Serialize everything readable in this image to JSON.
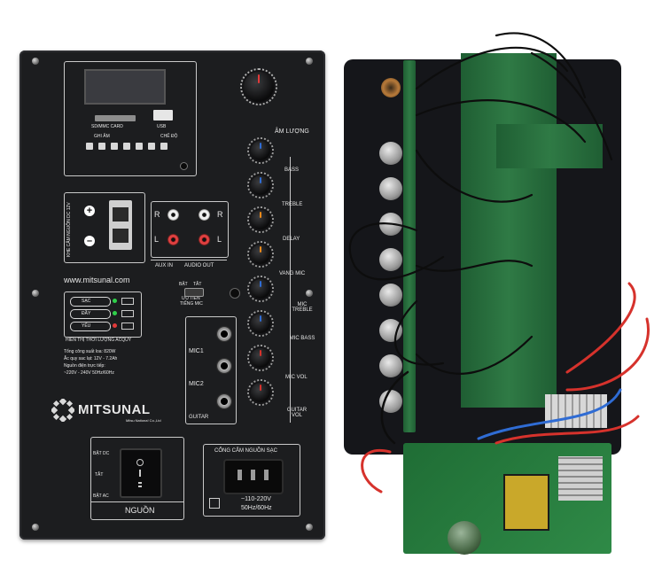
{
  "panel": {
    "display_label_sd": "SD/MMC CARD",
    "display_label_usb": "USB",
    "media_buttons": [
      "GHI ÂM",
      "CHẾ ĐỘ"
    ],
    "power_socket_title": "KHE CẮM NGUỒN DC 12V",
    "aux_in": "AUX IN",
    "audio_out": "AUDIO OUT",
    "rca_left": "L",
    "rca_right": "R",
    "website": "www.mitsunal.com",
    "battery_title": "HIỂN THỊ THỜI LƯỢNG ACQUY",
    "battery_levels": [
      "SẠC",
      "ĐẦY",
      "YẾU"
    ],
    "specs": [
      "Tổng công suất loa: 820W",
      "Ắc quy sac lạt: 12V - 7.2Ah",
      "Nguồn điện trực tiếp:",
      "~220V - 240V 50Hz/60Hz"
    ],
    "brand": "MITSUNAL",
    "brand_sub": "Mitsu Nationa! Co.,Ltd",
    "priority_switch": [
      "BẬT",
      "TẮT",
      "ƯU TIÊN",
      "TIẾNG MIC"
    ],
    "mic_labels": [
      "MIC1",
      "MIC2"
    ],
    "guitar_label": "GUITAR",
    "knobs": [
      "ÂM LƯỢNG",
      "BASS",
      "TREBLE",
      "DELAY",
      "VANG MIC",
      "MIC TREBLE",
      "MIC BASS",
      "MIC VOL",
      "GUITAR VOL"
    ],
    "power_switch_labels": [
      "BẬT DC",
      "TẮT",
      "BẬT AC"
    ],
    "power_title": "NGUỒN",
    "ac_socket_title": "CỔNG CẮM NGUỒN SẠC",
    "ac_rating": [
      "~110-220V",
      "50Hz/60Hz"
    ]
  },
  "colors": {
    "panel": "#1c1d1f",
    "battery_green": "#2fd04a",
    "battery_red": "#e23a3a",
    "knob_blue": "#2f6cd4",
    "knob_orange": "#f08a1a",
    "knob_red": "#d6322c",
    "pcb_green": "#2f7a45"
  }
}
